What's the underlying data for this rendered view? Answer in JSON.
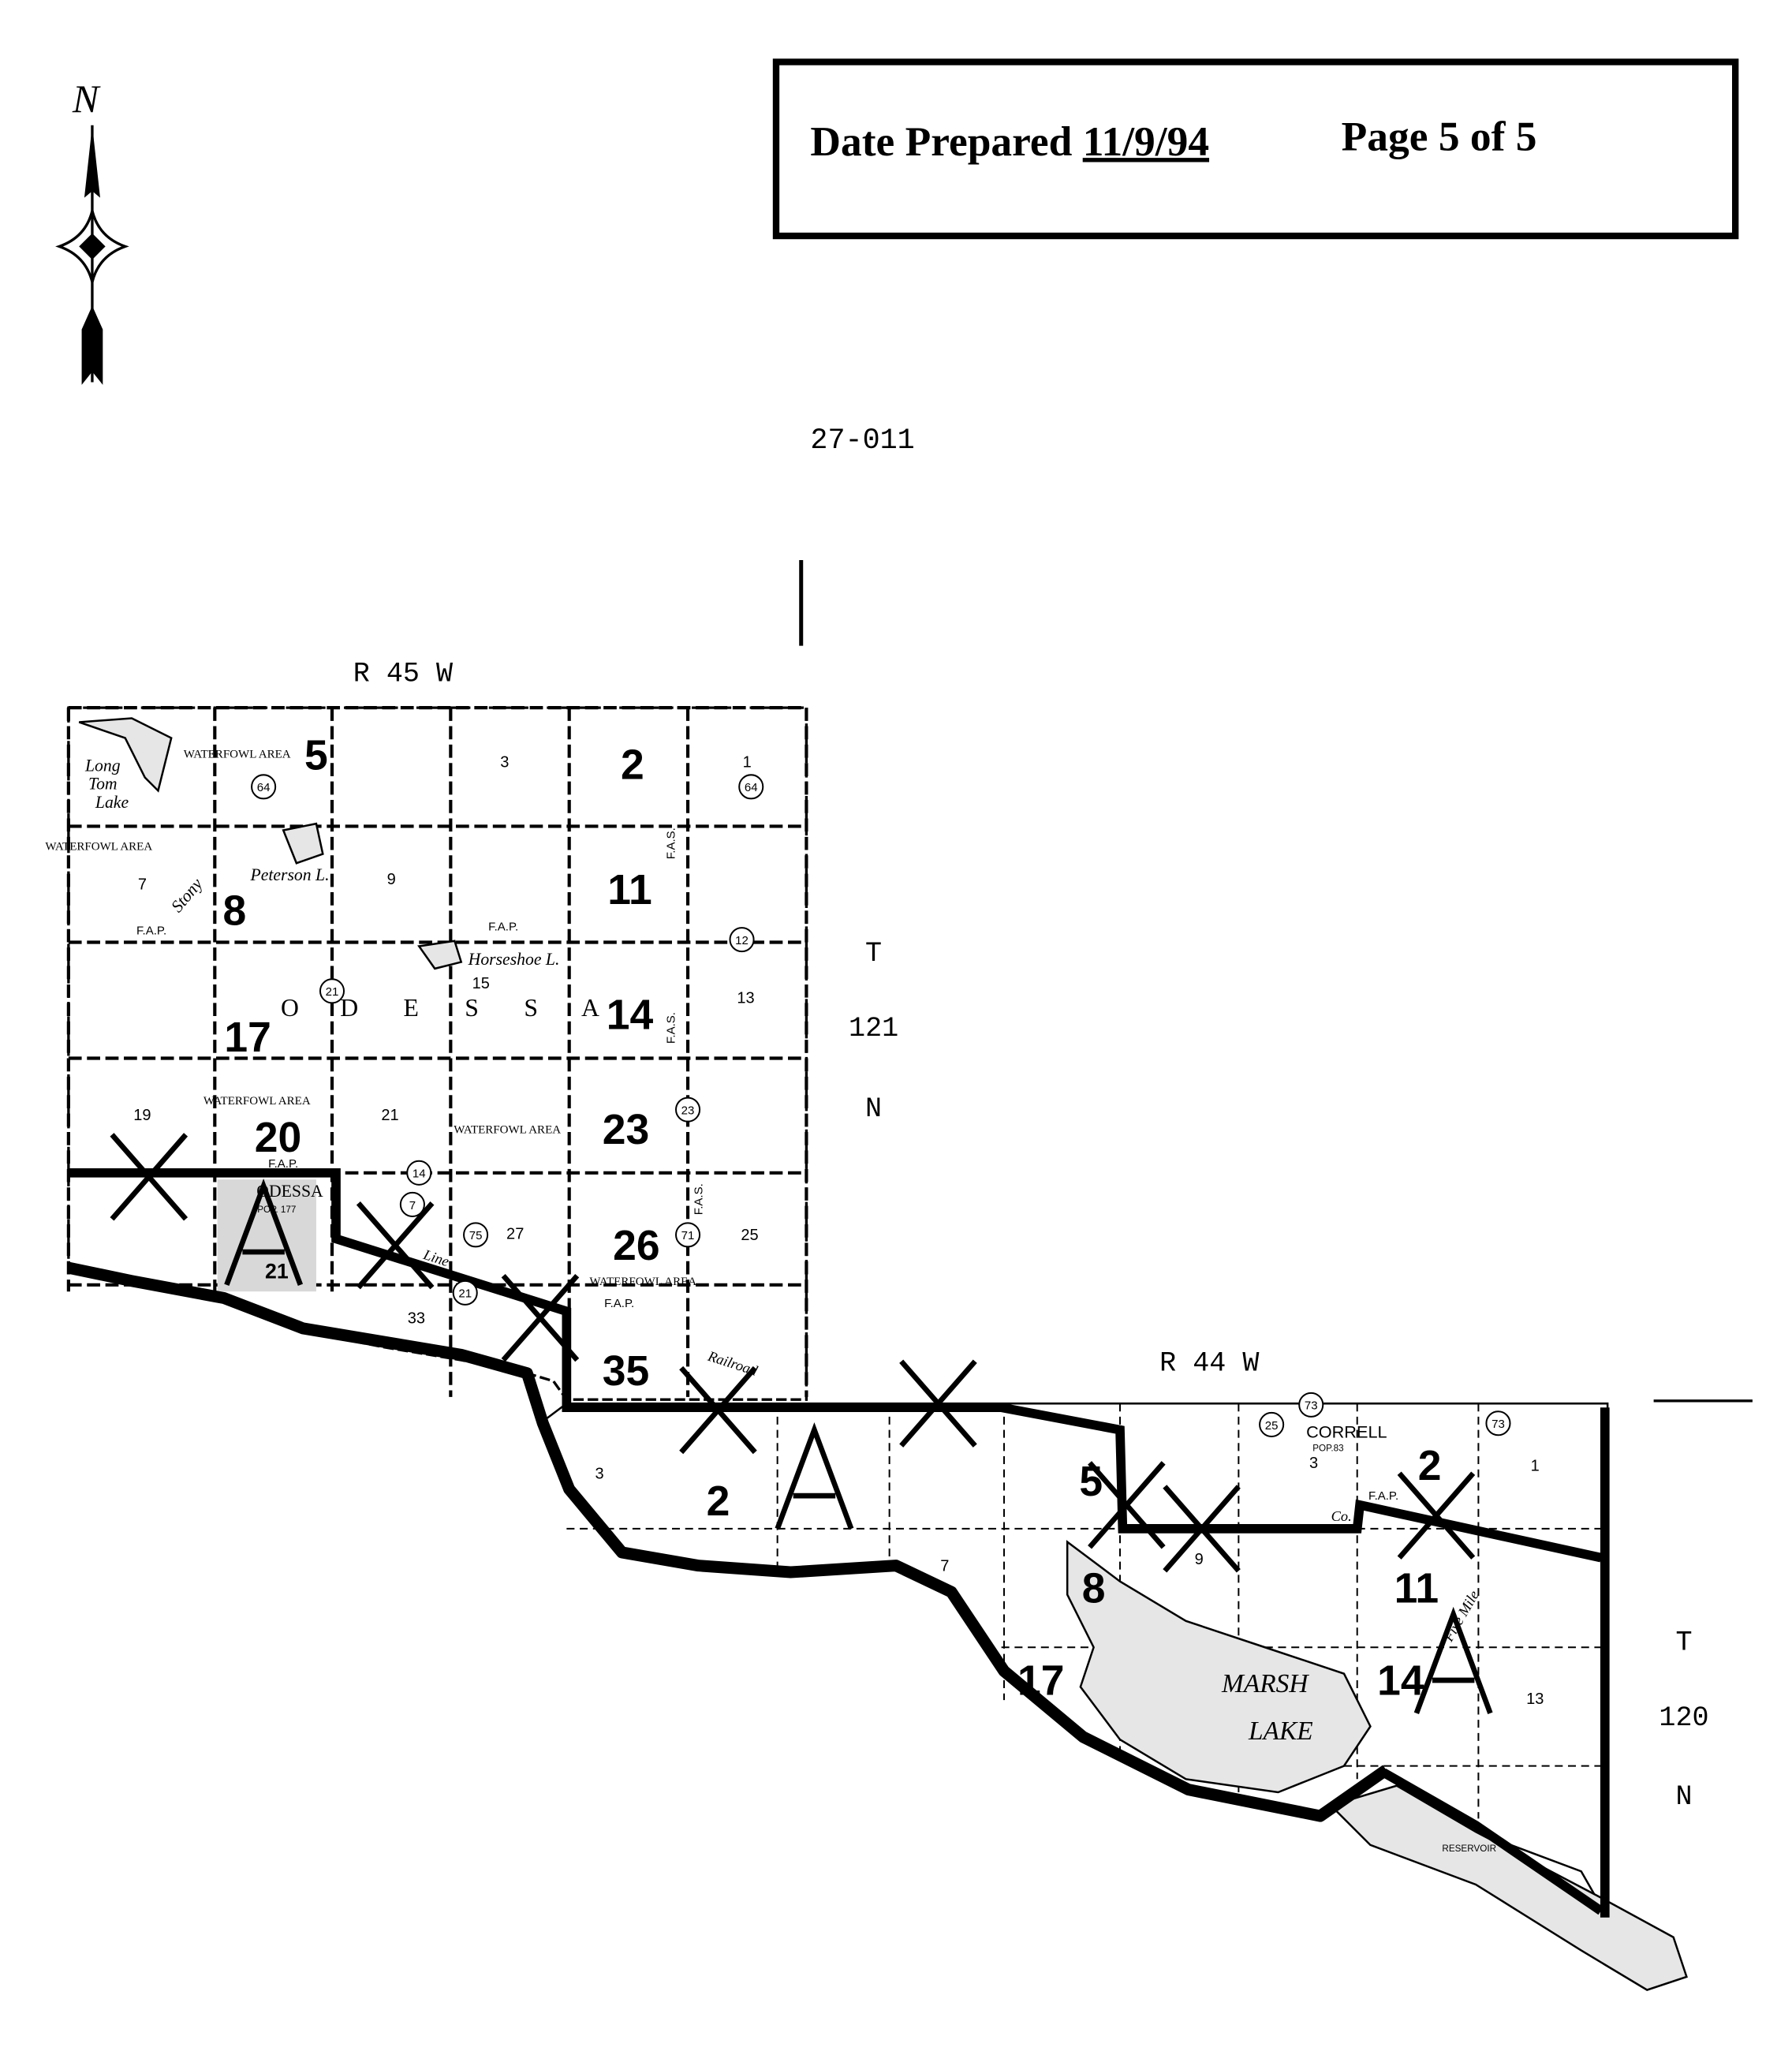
{
  "header": {
    "date_label": "Date Prepared",
    "date_value": "11/9/94",
    "page_label": "Page 5 of 5"
  },
  "north_arrow": {
    "letter": "N",
    "icon": "north-arrow-icon"
  },
  "document_id": "27-011",
  "range_labels": {
    "west": "R 45 W",
    "east": "R 44 W"
  },
  "township_labels": {
    "north": [
      "T",
      "121",
      "N"
    ],
    "south": [
      "T",
      "120",
      "N"
    ]
  },
  "printed_section_numbers": [
    "1",
    "3",
    "7",
    "9",
    "13",
    "15",
    "19",
    "21",
    "25",
    "27",
    "33",
    "3",
    "7",
    "3",
    "1",
    "13",
    "9"
  ],
  "handwritten_section_numbers": [
    "5",
    "2",
    "8",
    "11",
    "17",
    "14",
    "20",
    "23",
    "26",
    "35",
    "21",
    "2",
    "5",
    "8",
    "11",
    "14",
    "17",
    "2"
  ],
  "handwritten_marks": {
    "area_letter": "A",
    "area_count": 3,
    "cross_count": 8
  },
  "route_shields": [
    "64",
    "64",
    "12",
    "21",
    "21",
    "14",
    "7",
    "75",
    "23",
    "71",
    "73",
    "73",
    "25"
  ],
  "place_labels": {
    "long_tom_lake": [
      "Long",
      "Tom",
      "Lake"
    ],
    "waterfowl_area": "WATERFOWL AREA",
    "peterson_lake": "Peterson L.",
    "stony_creek": "Stony",
    "horseshoe_lake": "Horseshoe L.",
    "township_name_letters": [
      "O",
      "D",
      "E",
      "S",
      "S",
      "A"
    ],
    "odessa_city": "ODESSA",
    "odessa_pop": "POP. 177",
    "fap": "F.A.P.",
    "fas": "F.A.S.",
    "railroad": "Railroad",
    "line": "Line",
    "correll": "CORRELL",
    "correll_pop": "POP.83",
    "county": "Co.",
    "five_mile": "Five Mile",
    "marsh": "MARSH",
    "lake": "LAKE",
    "reservoir": "RESERVOIR"
  },
  "colors": {
    "ink": "#000000",
    "paper": "#ffffff"
  }
}
